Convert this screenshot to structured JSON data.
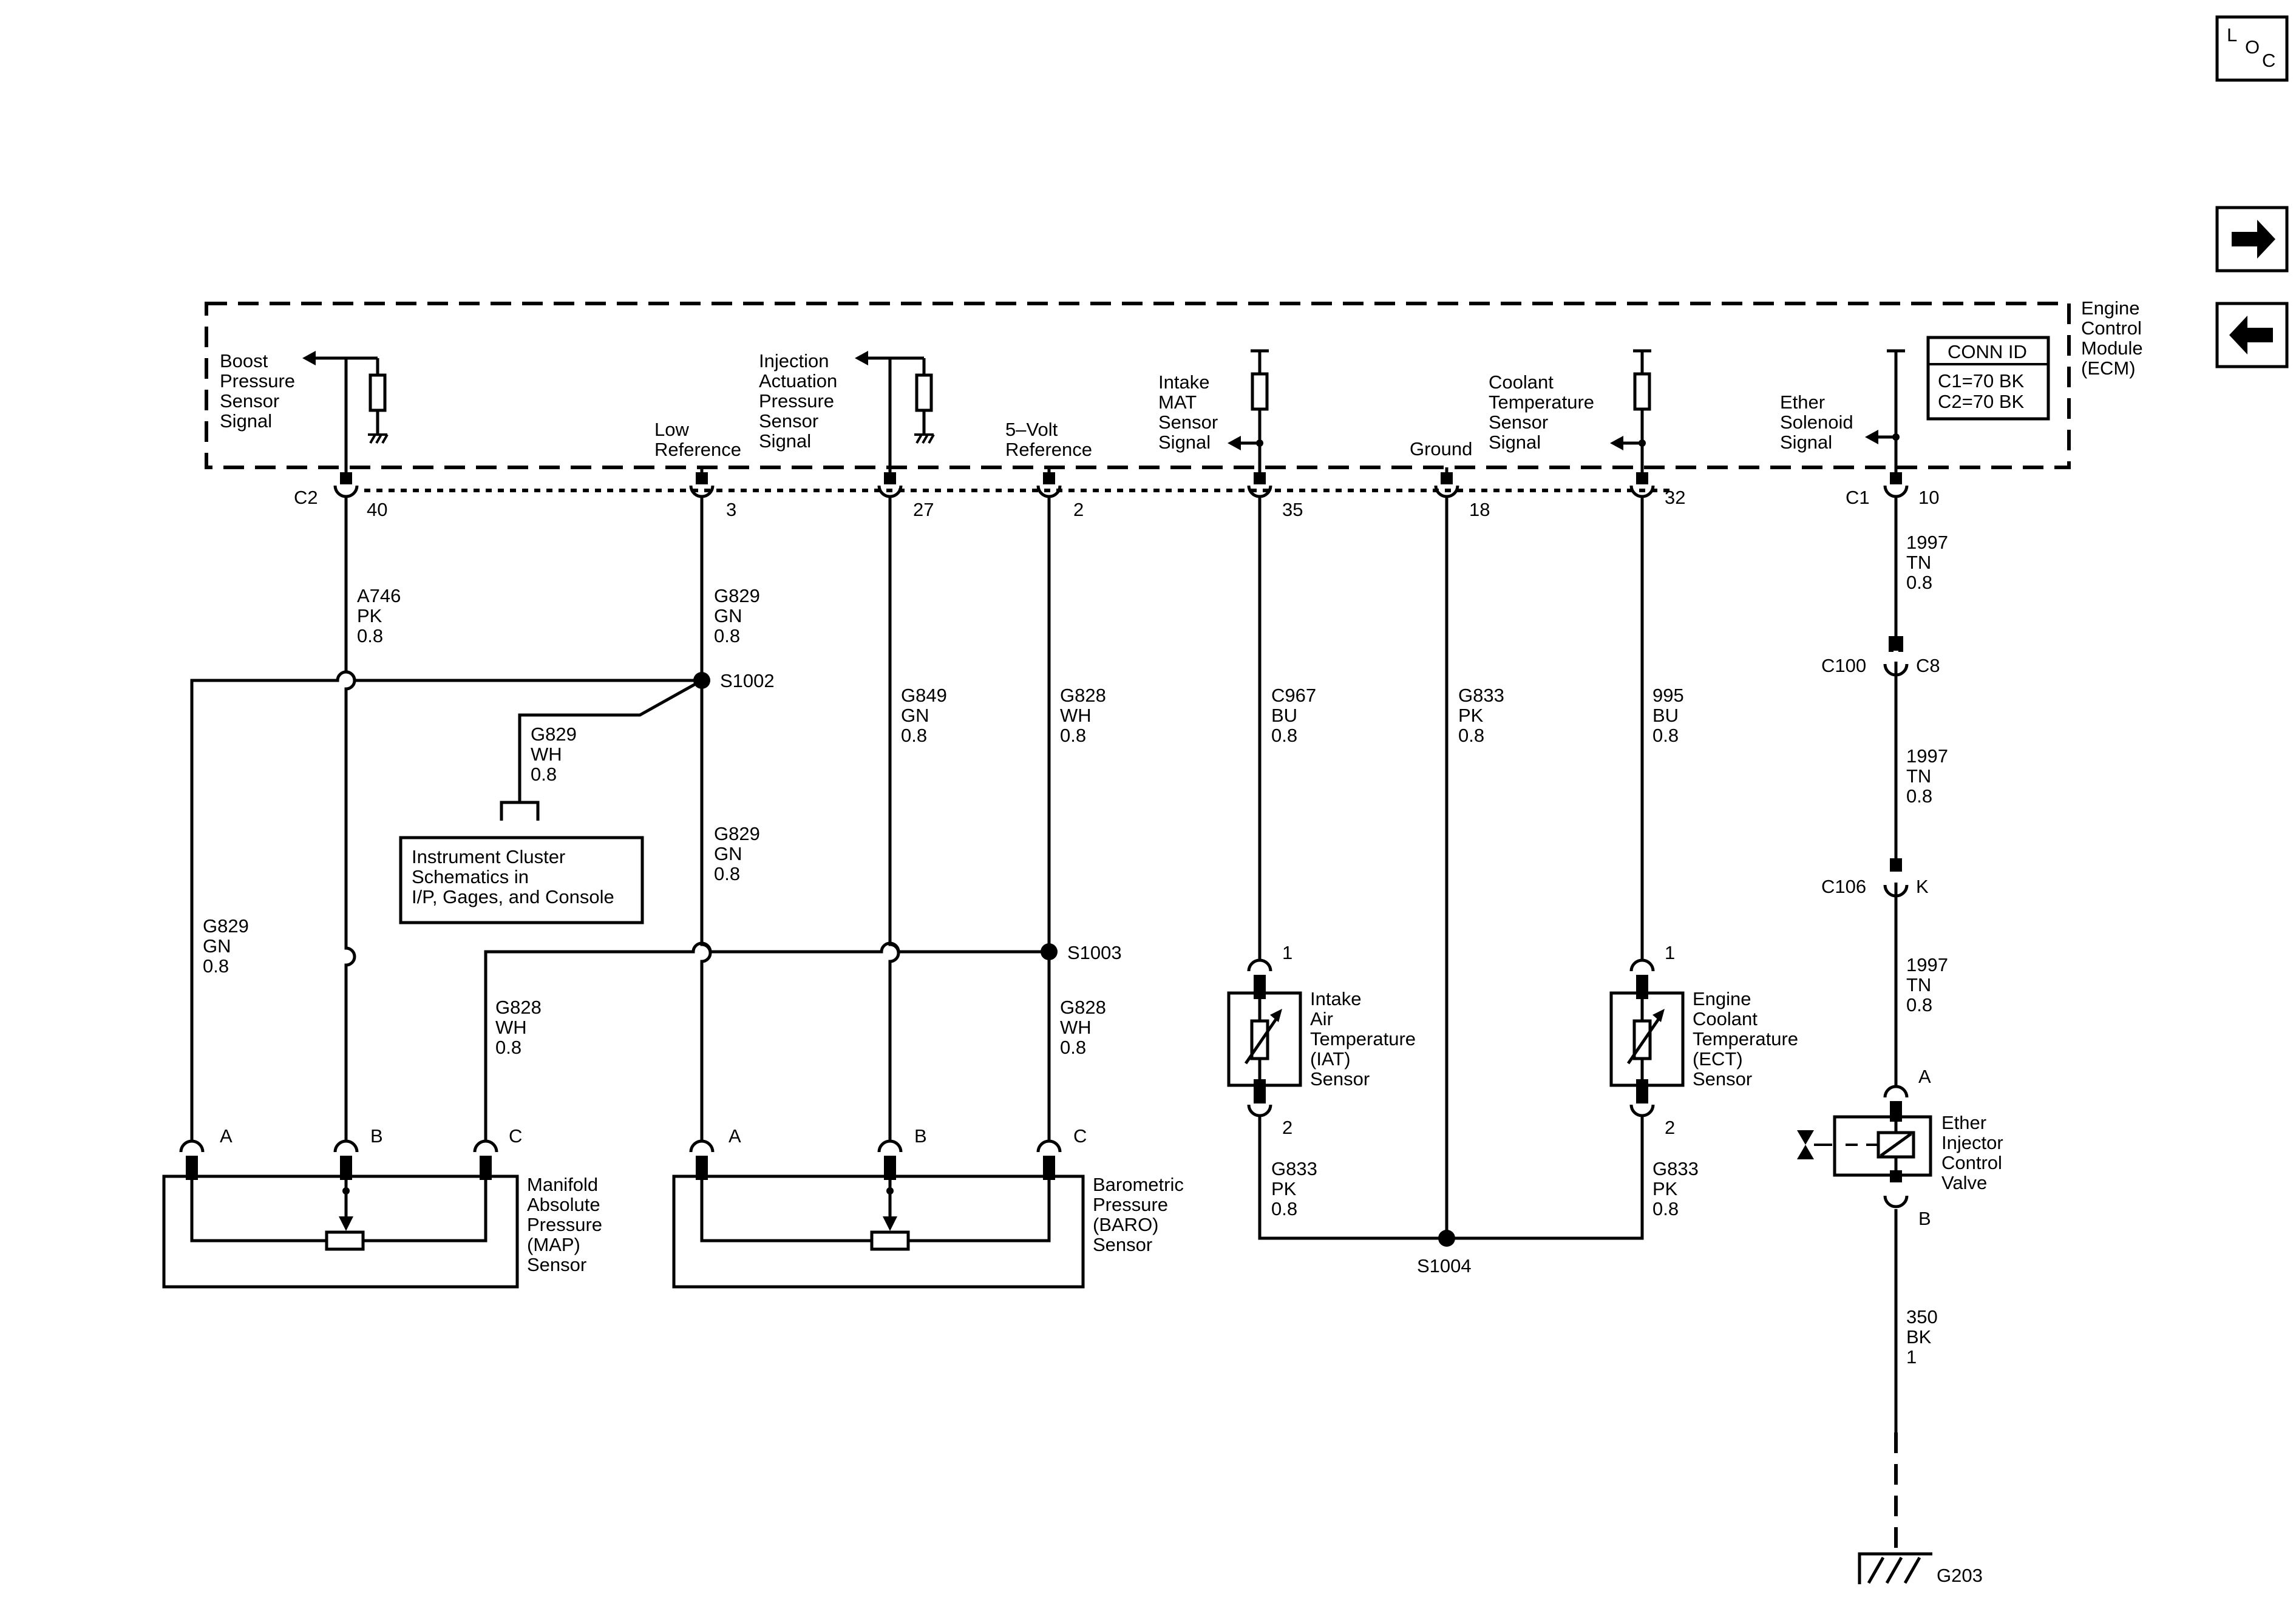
{
  "ecm": {
    "title": [
      "Engine",
      "Control",
      "Module",
      "(ECM)"
    ],
    "conn_id_header": "CONN ID",
    "conn_id_lines": [
      "C1=70 BK",
      "C2=70 BK"
    ]
  },
  "nav": {
    "loc_letters": [
      "L",
      "O",
      "C"
    ],
    "next_arrow": "→",
    "prev_arrow": "←"
  },
  "connectors": {
    "c2": "C2",
    "c1": "C1",
    "c100": "C100",
    "c8": "C8",
    "c106": "C106",
    "k": "K"
  },
  "pins": [
    "40",
    "3",
    "27",
    "2",
    "35",
    "18",
    "32",
    "10"
  ],
  "ecm_labels": {
    "boost": [
      "Boost",
      "Pressure",
      "Sensor",
      "Signal"
    ],
    "low_ref": [
      "Low",
      "Reference"
    ],
    "injection": [
      "Injection",
      "Actuation",
      "Pressure",
      "Sensor",
      "Signal"
    ],
    "five_volt": [
      "5–Volt",
      "Reference"
    ],
    "intake_mat": [
      "Intake",
      "MAT",
      "Sensor",
      "Signal"
    ],
    "ground": "Ground",
    "coolant": [
      "Coolant",
      "Temperature",
      "Sensor",
      "Signal"
    ],
    "ether": [
      "Ether",
      "Solenoid",
      "Signal"
    ]
  },
  "wires": {
    "a746": [
      "A746",
      "PK",
      "0.8"
    ],
    "g829_top": [
      "G829",
      "GN",
      "0.8"
    ],
    "g829_wh": [
      "G829",
      "WH",
      "0.8"
    ],
    "g829_mid": [
      "G829",
      "GN",
      "0.8"
    ],
    "g829_left": [
      "G829",
      "GN",
      "0.8"
    ],
    "g849": [
      "G849",
      "GN",
      "0.8"
    ],
    "g828_top": [
      "G828",
      "WH",
      "0.8"
    ],
    "g828_left": [
      "G828",
      "WH",
      "0.8"
    ],
    "g828_low": [
      "G828",
      "WH",
      "0.8"
    ],
    "c967": [
      "C967",
      "BU",
      "0.8"
    ],
    "g833_mid": [
      "G833",
      "PK",
      "0.8"
    ],
    "w995": [
      "995",
      "BU",
      "0.8"
    ],
    "g833_iat": [
      "G833",
      "PK",
      "0.8"
    ],
    "g833_ect": [
      "G833",
      "PK",
      "0.8"
    ],
    "w1997_a": [
      "1997",
      "TN",
      "0.8"
    ],
    "w1997_b": [
      "1997",
      "TN",
      "0.8"
    ],
    "w1997_c": [
      "1997",
      "TN",
      "0.8"
    ],
    "w350": [
      "350",
      "BK",
      "1"
    ]
  },
  "splices": {
    "s1002": "S1002",
    "s1003": "S1003",
    "s1004": "S1004"
  },
  "instrument_cluster": [
    "Instrument Cluster",
    "Schematics in",
    "I/P, Gages, and Console"
  ],
  "sensors": {
    "map": [
      "Manifold",
      "Absolute",
      "Pressure",
      "(MAP)",
      "Sensor"
    ],
    "baro": [
      "Barometric",
      "Pressure",
      "(BARO)",
      "Sensor"
    ],
    "iat": [
      "Intake",
      "Air",
      "Temperature",
      "(IAT)",
      "Sensor"
    ],
    "ect": [
      "Engine",
      "Coolant",
      "Temperature",
      "(ECT)",
      "Sensor"
    ],
    "ether": [
      "Ether",
      "Injector",
      "Control",
      "Valve"
    ]
  },
  "terminals": {
    "map": [
      "A",
      "B",
      "C"
    ],
    "baro": [
      "A",
      "B",
      "C"
    ],
    "iat": [
      "1",
      "2"
    ],
    "ect": [
      "1",
      "2"
    ],
    "ether": [
      "A",
      "B"
    ]
  },
  "ground": "G203"
}
